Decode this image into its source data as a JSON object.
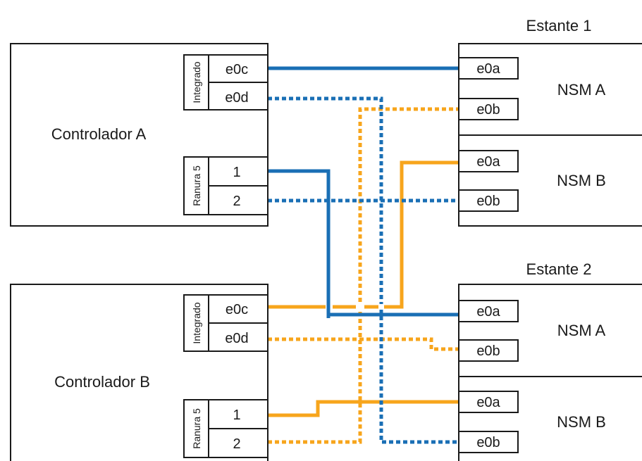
{
  "colors": {
    "blue": "#1a6fb5",
    "orange": "#f7a51c",
    "ink": "#1a1a1a"
  },
  "controllers": {
    "a": {
      "label": "Controlador A",
      "onboard_label": "Integrado",
      "slot_label": "Ranura 5",
      "ports": [
        "e0c",
        "e0d",
        "1",
        "2"
      ]
    },
    "b": {
      "label": "Controlador B",
      "onboard_label": "Integrado",
      "slot_label": "Ranura 5",
      "ports": [
        "e0c",
        "e0d",
        "1",
        "2"
      ]
    }
  },
  "shelves": [
    {
      "label": "Estante 1",
      "modules": [
        {
          "label": "NSM A",
          "ports": [
            "e0a",
            "e0b"
          ]
        },
        {
          "label": "NSM B",
          "ports": [
            "e0a",
            "e0b"
          ]
        }
      ]
    },
    {
      "label": "Estante 2",
      "modules": [
        {
          "label": "NSM A",
          "ports": [
            "e0a",
            "e0b"
          ]
        },
        {
          "label": "NSM B",
          "ports": [
            "e0a",
            "e0b"
          ]
        }
      ]
    }
  ],
  "cables": [
    {
      "from": "Controlador A e0c",
      "to": "Estante 1 NSM A e0a",
      "color": "blue",
      "style": "solid"
    },
    {
      "from": "Controlador A e0d",
      "to": "Estante 2 NSM B e0b",
      "color": "blue",
      "style": "dotted"
    },
    {
      "from": "Controlador A 1",
      "to": "Estante 2 NSM A e0a",
      "color": "blue",
      "style": "solid"
    },
    {
      "from": "Controlador A 2",
      "to": "Estante 1 NSM B e0b",
      "color": "blue",
      "style": "dotted"
    },
    {
      "from": "Controlador B e0c",
      "to": "Estante 1 NSM B e0a",
      "color": "orange",
      "style": "solid"
    },
    {
      "from": "Controlador B e0d",
      "to": "Estante 2 NSM A e0b",
      "color": "orange",
      "style": "dotted"
    },
    {
      "from": "Controlador B 1",
      "to": "Estante 2 NSM B e0a",
      "color": "orange",
      "style": "solid"
    },
    {
      "from": "Controlador B 2",
      "to": "Estante 1 NSM A e0b",
      "color": "orange",
      "style": "dotted"
    }
  ]
}
